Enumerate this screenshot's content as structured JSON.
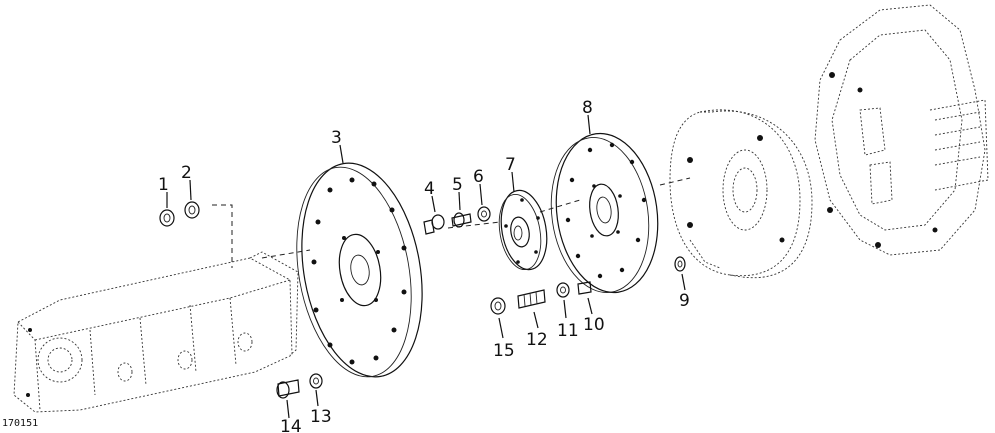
{
  "figure_code": "170151",
  "callouts": [
    "1",
    "2",
    "3",
    "4",
    "5",
    "6",
    "7",
    "8",
    "9",
    "10",
    "11",
    "12",
    "13",
    "14",
    "15"
  ]
}
